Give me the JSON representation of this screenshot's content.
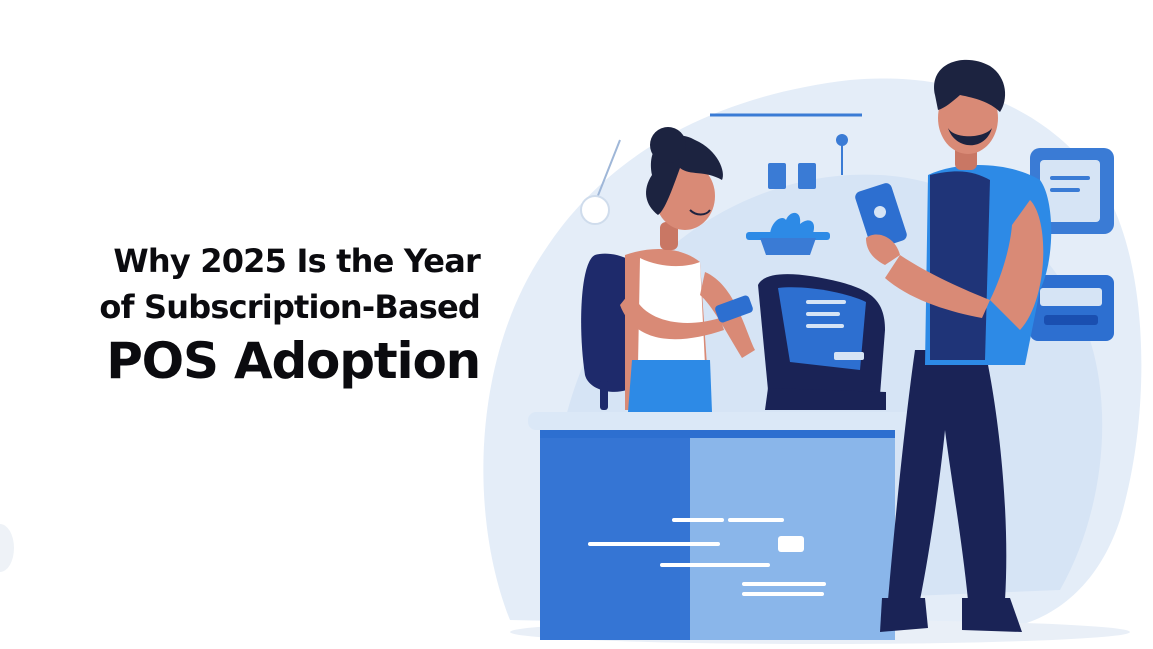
{
  "headline": {
    "line1": "Why 2025 Is the Year",
    "line2": "of Subscription-Based",
    "line3": "POS Adoption"
  },
  "illustration": {
    "subject": "two people using a POS terminal and smartphones at a checkout counter",
    "colors": {
      "light_blue": "#dbe8f7",
      "mid_blue": "#3a7bd5",
      "bright_blue": "#2d8ae6",
      "navy": "#1a2356",
      "skin": "#d98a76",
      "hair": "#1c2340",
      "white": "#ffffff"
    }
  }
}
